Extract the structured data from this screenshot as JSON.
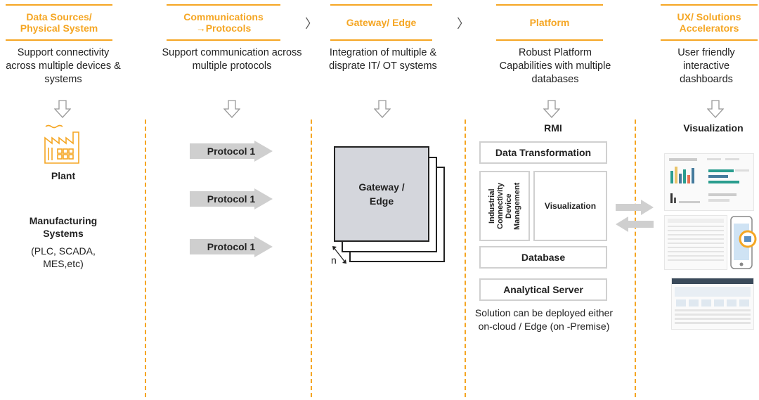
{
  "columns": [
    {
      "header": "Data Sources/ Physical System",
      "desc": "Support connectivity across multiple devices & systems"
    },
    {
      "header": "Communications →Protocols",
      "desc": "Support communication across multiple protocols"
    },
    {
      "header": "Gateway/ Edge",
      "desc": "Integration of multiple & disprate IT/ OT systems"
    },
    {
      "header": "Platform",
      "desc": "Robust Platform Capabilities with multiple databases"
    },
    {
      "header": "UX/ Solutions Accelerators",
      "desc": "User friendly interactive dashboards"
    }
  ],
  "chevron": "〉",
  "plant": {
    "label": "Plant",
    "systems_title": "Manufacturing Systems",
    "systems_sub": "(PLC, SCADA, MES,etc)"
  },
  "protocols": [
    "Protocol 1",
    "Protocol 1",
    "Protocol 1"
  ],
  "gateway": {
    "label": "Gateway / Edge",
    "n_label": "n"
  },
  "platform": {
    "title": "RMI",
    "data_transformation": "Data Transformation",
    "icdm": "Industrial Connectivity Device Management",
    "visualization": "Visualization",
    "database": "Database",
    "analytical_server": "Analytical Server",
    "note": "Solution can be deployed either on-cloud / Edge (on -Premise)"
  },
  "ux": {
    "title": "Visualization"
  },
  "colors": {
    "accent": "#f5a623",
    "arrow_gray": "#cfcfcf",
    "box_border": "#d0d0d0",
    "gateway_fill": "#d4d6dc"
  }
}
